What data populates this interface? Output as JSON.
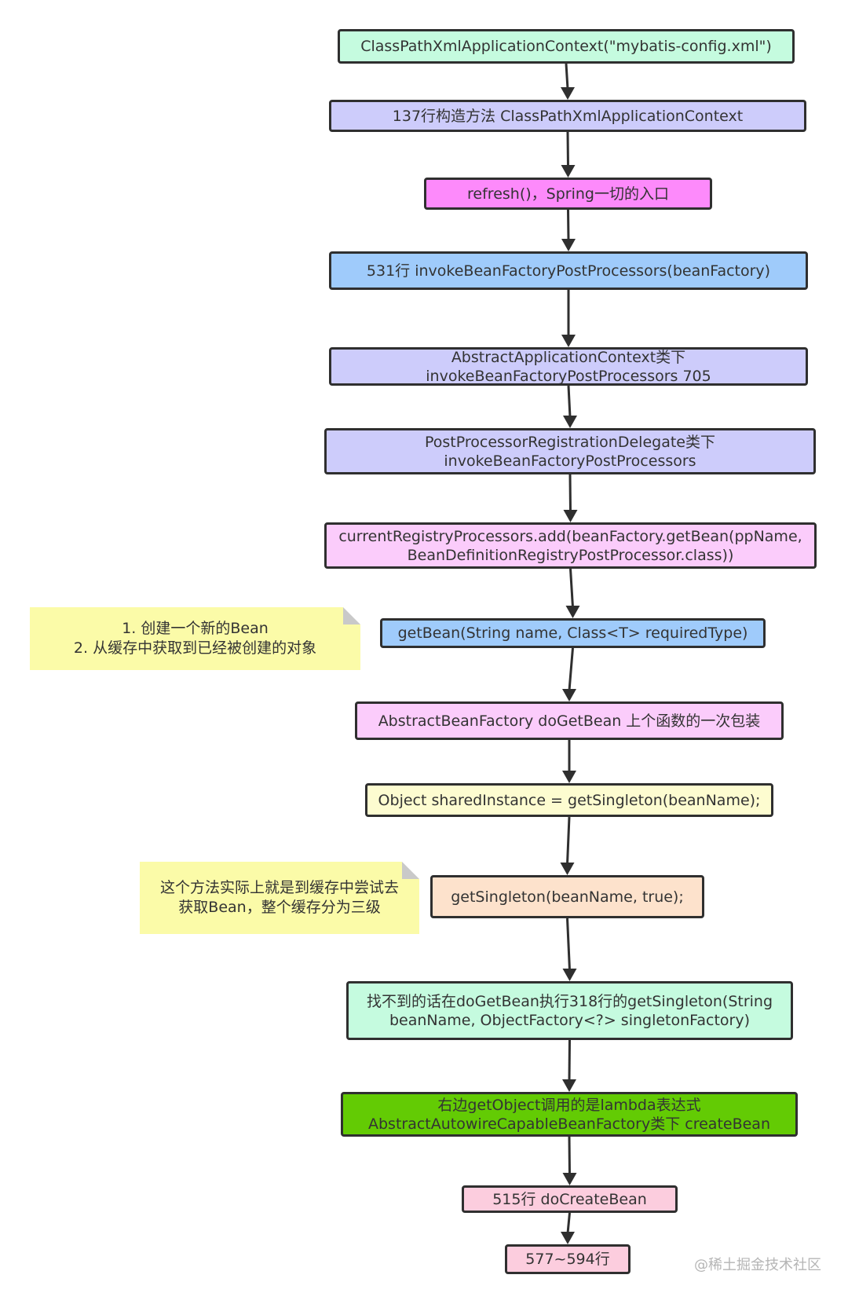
{
  "colors": {
    "mint": "#c5fbdf",
    "lavender": "#cdccfb",
    "magenta": "#fd8afb",
    "sky": "#9fcbfb",
    "pink": "#fbccfb",
    "cream": "#fdfcd0",
    "peach": "#fde2cc",
    "green": "#63cb04",
    "rose": "#fccdde",
    "note": "#fbfba8",
    "border": "#2f2f2f"
  },
  "nodes": [
    {
      "id": "n1",
      "lines": [
        "ClassPathXmlApplicationContext(\"mybatis-config.xml\")"
      ],
      "color": "mint"
    },
    {
      "id": "n2",
      "lines": [
        "137行构造方法 ClassPathXmlApplicationContext"
      ],
      "color": "lavender"
    },
    {
      "id": "n3",
      "lines": [
        "refresh()，Spring一切的入口"
      ],
      "color": "magenta"
    },
    {
      "id": "n4",
      "lines": [
        "531行 invokeBeanFactoryPostProcessors(beanFactory)"
      ],
      "color": "sky"
    },
    {
      "id": "n5",
      "lines": [
        "AbstractApplicationContext类下",
        "invokeBeanFactoryPostProcessors 705"
      ],
      "color": "lavender"
    },
    {
      "id": "n6",
      "lines": [
        "PostProcessorRegistrationDelegate类下",
        "invokeBeanFactoryPostProcessors"
      ],
      "color": "lavender"
    },
    {
      "id": "n7",
      "lines": [
        "currentRegistryProcessors.add(beanFactory.getBean(ppName,",
        "BeanDefinitionRegistryPostProcessor.class))"
      ],
      "color": "pink"
    },
    {
      "id": "n8",
      "lines": [
        "getBean(String name, Class<T> requiredType)"
      ],
      "color": "sky"
    },
    {
      "id": "n9",
      "lines": [
        "AbstractBeanFactory   doGetBean 上个函数的一次包装"
      ],
      "color": "pink"
    },
    {
      "id": "n10",
      "lines": [
        "Object sharedInstance = getSingleton(beanName);"
      ],
      "color": "cream"
    },
    {
      "id": "n11",
      "lines": [
        "getSingleton(beanName, true);"
      ],
      "color": "peach"
    },
    {
      "id": "n12",
      "lines": [
        "找不到的话在doGetBean执行318行的getSingleton(String",
        "beanName, ObjectFactory<?> singletonFactory)"
      ],
      "color": "mint"
    },
    {
      "id": "n13",
      "lines": [
        "右边getObject调用的是lambda表达式",
        "AbstractAutowireCapableBeanFactory类下 createBean"
      ],
      "color": "green"
    },
    {
      "id": "n14",
      "lines": [
        "515行 doCreateBean"
      ],
      "color": "rose"
    },
    {
      "id": "n15",
      "lines": [
        "577~594行"
      ],
      "color": "rose"
    }
  ],
  "notes": [
    {
      "id": "note1",
      "lines": [
        "1. 创建一个新的Bean",
        "2. 从缓存中获取到已经被创建的对象"
      ]
    },
    {
      "id": "note2",
      "lines": [
        "这个方法实际上就是到缓存中尝试去",
        "获取Bean，整个缓存分为三级"
      ]
    }
  ],
  "watermark": "@稀土掘金技术社区"
}
